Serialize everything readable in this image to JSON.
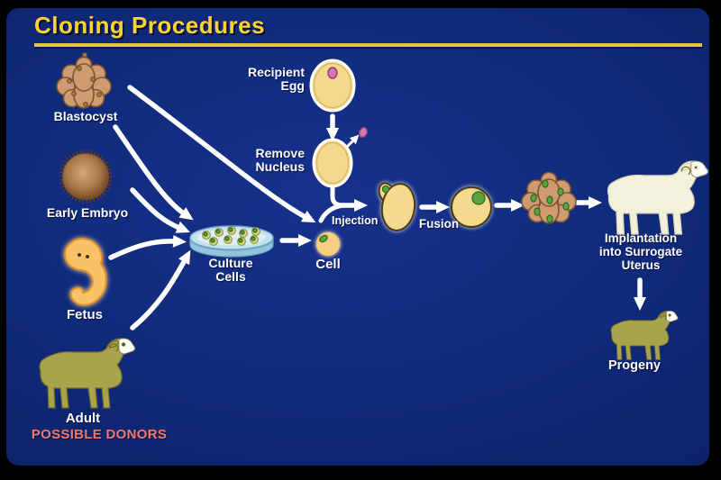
{
  "labels": {
    "title": "Cloning Procedures",
    "blastocyst": "Blastocyst",
    "early_embryo": "Early Embryo",
    "fetus": "Fetus",
    "adult": "Adult",
    "possible_donors": "POSSIBLE DONORS",
    "culture_cells": [
      "Culture",
      "Cells"
    ],
    "cell": "Cell",
    "recipient_egg": [
      "Recipient",
      "Egg"
    ],
    "remove_nucleus": [
      "Remove",
      "Nucleus"
    ],
    "injection": "Injection",
    "fusion": "Fusion",
    "implantation": [
      "Implantation",
      "into Surrogate",
      "Uterus"
    ],
    "progeny": "Progeny"
  },
  "colors": {
    "background": "#102a7a",
    "frame": "#000000",
    "title": "#ffd234",
    "rule": "#e3c83c",
    "label_text": "#ffffff",
    "possible_donors_text": "#f4796b",
    "arrow": "#ffffff",
    "egg_fill": "#f4da8e",
    "nucleus_pink": "#d678b0",
    "nucleus_green": "#5da33e",
    "cluster_cell": "#cf9c72",
    "dish": "#c5e2ef",
    "adult_sheep": "#a8a44c",
    "surrogate_sheep": "#f3f0dc"
  }
}
